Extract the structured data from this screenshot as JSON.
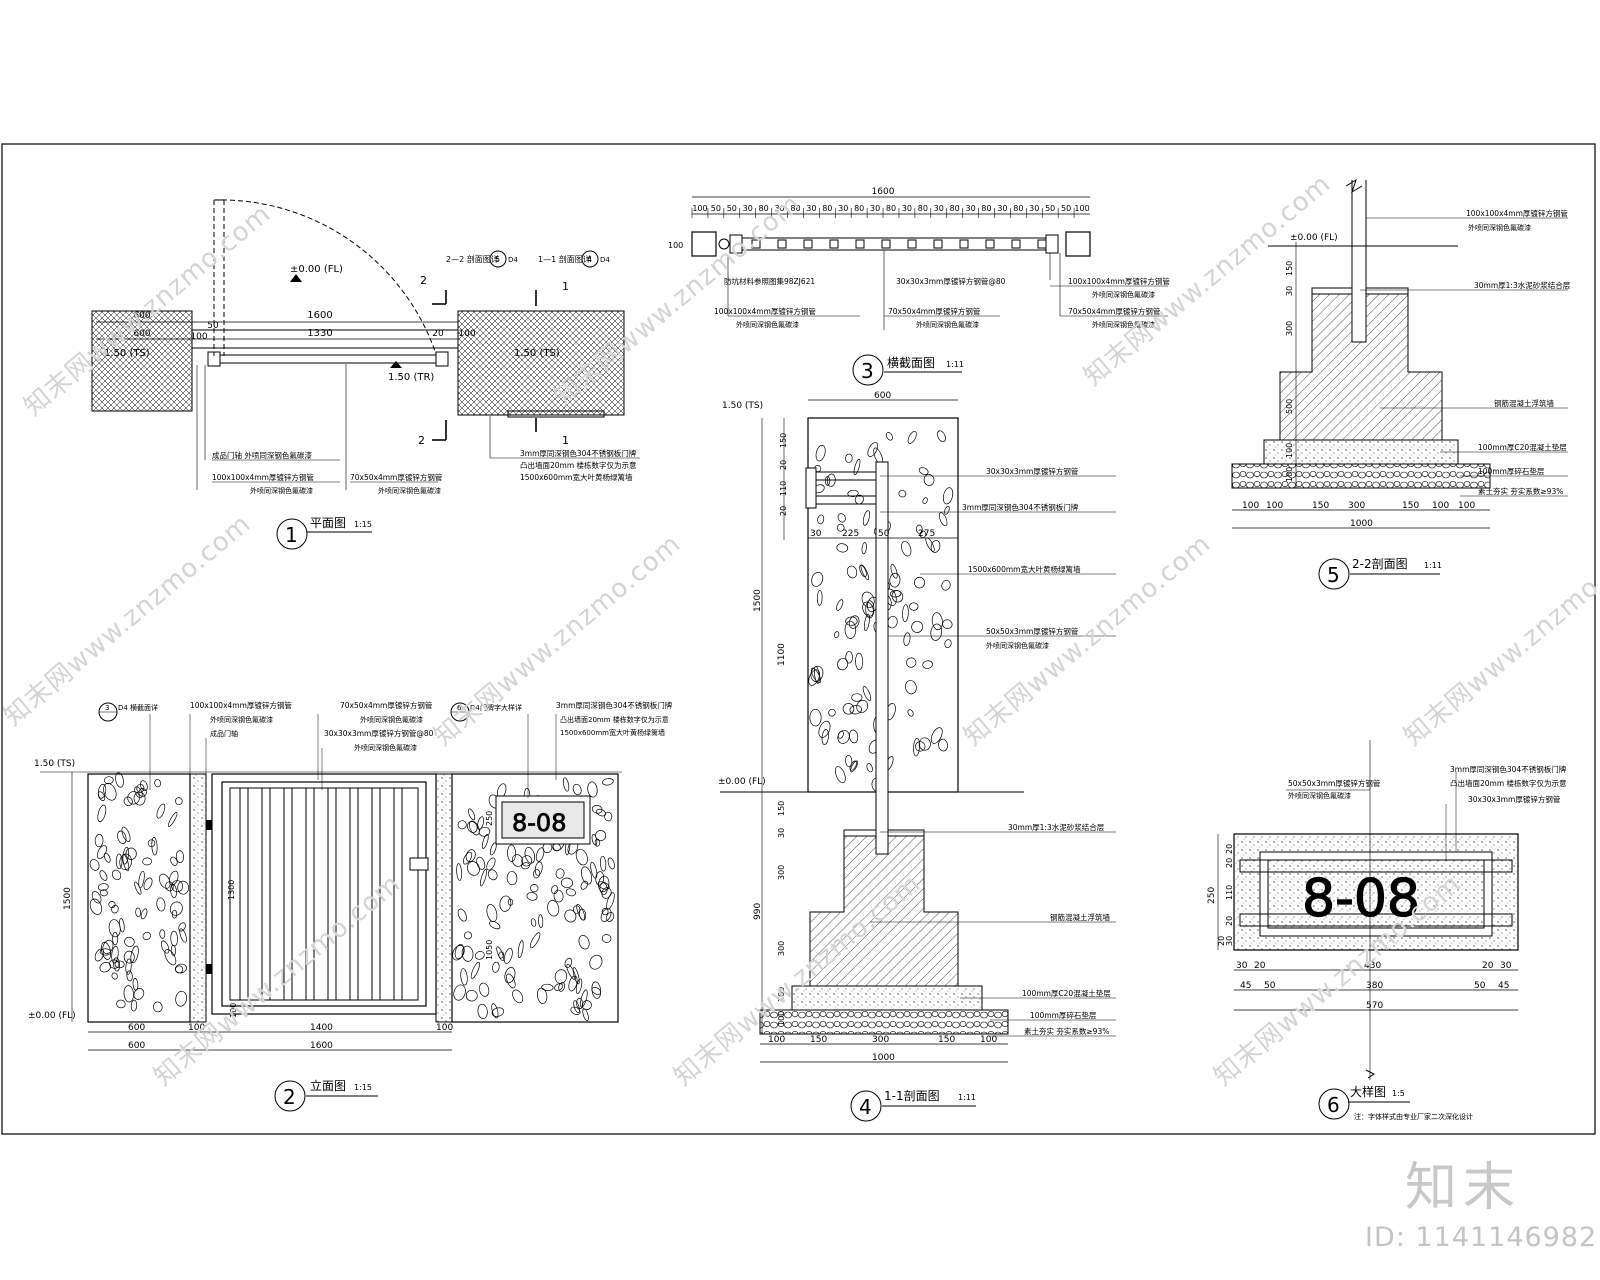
{
  "views": {
    "v1": {
      "num": "1",
      "title": "平面图",
      "scale": "1:15"
    },
    "v2": {
      "num": "2",
      "title": "立面图",
      "scale": "1:15"
    },
    "v3": {
      "num": "3",
      "title": "横截面图",
      "scale": "1:11"
    },
    "v4": {
      "num": "4",
      "title": "1-1剖面图",
      "scale": "1:11"
    },
    "v5": {
      "num": "5",
      "title": "2-2剖面图",
      "scale": "1:11"
    },
    "v6": {
      "num": "6",
      "title": "大样图",
      "scale": "1:5"
    }
  },
  "plan": {
    "fl_level": "±0.00 (FL)",
    "ts_level": "1.50 (TS)",
    "tr_level": "1.50 (TR)",
    "dims": {
      "total": "1600",
      "inner": "1330",
      "left_pier_a": "600",
      "left_pier_b": "600",
      "gap_a": "50",
      "gap_b": "20",
      "g100a": "100",
      "g100b": "100"
    },
    "cut_2_2": "2—2 剖面图详",
    "cut_1_1": "1—1 剖面图详",
    "cut_ref_a": "5",
    "cut_ref_b": "4",
    "cut_sheet": "D4",
    "section_mark_1": "1",
    "section_mark_2": "2",
    "notes": [
      "成品门轴  外喷同深钢色氟碳漆",
      "100x100x4mm厚镀锌方钢管",
      "外喷同深钢色氟碳漆",
      "70x50x4mm厚镀锌方钢管",
      "外喷同深钢色氟碳漆",
      "3mm厚同深钢色304不锈钢板门牌",
      "凸出墙面20mm  楼栋数字仅为示意",
      "1500x600mm宽大叶黄杨绿篱墙"
    ]
  },
  "section3": {
    "total": "1600",
    "dims": [
      "100",
      "50",
      "50",
      "30",
      "80",
      "30",
      "80",
      "30",
      "80",
      "30",
      "80",
      "30",
      "80",
      "30",
      "80",
      "30",
      "80",
      "30",
      "80",
      "30",
      "80",
      "30",
      "50",
      "50",
      "100"
    ],
    "left_label": "100",
    "notes": [
      "防坑材料参照图集98ZJ621",
      "100x100x4mm厚镀锌方钢管",
      "外喷同深钢色氟碳漆",
      "30x30x3mm厚镀锌方钢管@80",
      "70x50x4mm厚镀锌方钢管",
      "外喷同深钢色氟碳漆",
      "100x100x4mm厚镀锌方钢管",
      "外喷同深钢色氟碳漆",
      "70x50x4mm厚镀锌方钢管",
      "外喷同深钢色氟碳漆"
    ]
  },
  "section11": {
    "ts_level": "1.50 (TS)",
    "fl_level": "±0.00 (FL)",
    "top_width": "600",
    "dims_v": [
      "150",
      "20",
      "110",
      "20",
      "1500",
      "1100",
      "150",
      "30",
      "300",
      "990",
      "300",
      "100",
      "100"
    ],
    "dims_h": [
      "30",
      "225",
      "50",
      "275"
    ],
    "base_dims": [
      "100",
      "150",
      "300",
      "150",
      "100",
      "1000"
    ],
    "notes": [
      "30x30x3mm厚镀锌方钢管",
      "3mm厚同深钢色304不锈钢板门牌",
      "1500x600mm宽大叶黄杨绿篱墙",
      "50x50x3mm厚镀锌方钢管",
      "外喷同深钢色氟碳漆",
      "30mm厚1:3水泥砂浆结合层",
      "钢筋混凝土浮筑墙",
      "100mm厚C20混凝土垫层",
      "100mm厚碎石垫层",
      "素土夯实  夯实系数≥93%"
    ]
  },
  "section22": {
    "fl_level": "±0.00 (FL)",
    "dims_v": [
      "150",
      "30",
      "300",
      "500",
      "100",
      "100"
    ],
    "base_dims": [
      "100",
      "100",
      "150",
      "300",
      "150",
      "100",
      "100",
      "1000"
    ],
    "notes": [
      "100x100x4mm厚镀锌方钢管",
      "外喷同深钢色氟碳漆",
      "30mm厚1:3水泥砂浆结合层",
      "钢筋混凝土浮筑墙",
      "100mm厚C20混凝土垫层",
      "100mm厚碎石垫层",
      "素土夯实  夯实系数≥93%"
    ]
  },
  "elevation": {
    "ts_level": "1.50 (TS)",
    "fl_level": "±0.00 (FL)",
    "height": "1500",
    "gate_height": "1300",
    "plate_dim": "250",
    "plate_dim_b": "1050",
    "bottom_dims": {
      "p1": "600",
      "g1": "100",
      "gate": "1400",
      "g2": "100",
      "total_pier": "600",
      "total_gate": "1600"
    },
    "left_gap": "100",
    "gate_number": "8-08",
    "refs": [
      {
        "sheet": "D4",
        "num": "3",
        "text": "横截面详"
      },
      {
        "sheet": "D4",
        "num": "6",
        "text": "门牌字大样详"
      }
    ],
    "notes": [
      "100x100x4mm厚镀锌方钢管",
      "外喷同深钢色氟碳漆",
      "成品门轴",
      "70x50x4mm厚镀锌方钢管",
      "外喷同深钢色氟碳漆",
      "30x30x3mm厚镀锌方钢管@80",
      "外喷同深钢色氟碳漆",
      "3mm厚同深钢色304不锈钢板门牌",
      "凸出墙面20mm  楼栋数字仅为示意",
      "1500x600mm宽大叶黄杨绿篱墙"
    ]
  },
  "detail": {
    "plate_number": "8-08",
    "dims_v": [
      "20",
      "20",
      "110",
      "20",
      "30",
      "20",
      "250"
    ],
    "dims_h_top": [
      "30",
      "20",
      "430",
      "20",
      "30"
    ],
    "dims_h_mid": [
      "45",
      "50",
      "380",
      "50",
      "45"
    ],
    "dims_h_total": "570",
    "notes": [
      "50x50x3mm厚镀锌方钢管",
      "外喷同深钢色氟碳漆",
      "3mm厚同深钢色304不锈钢板门牌",
      "凸出墙面20mm  楼栋数字仅为示意",
      "30x30x3mm厚镀锌方钢管"
    ],
    "footnote": "注：字体样式由专业厂家二次深化设计"
  },
  "watermarks": [
    "知末网www.znzmo.com"
  ],
  "brand": "知末",
  "image_id": "ID: 1141146982"
}
